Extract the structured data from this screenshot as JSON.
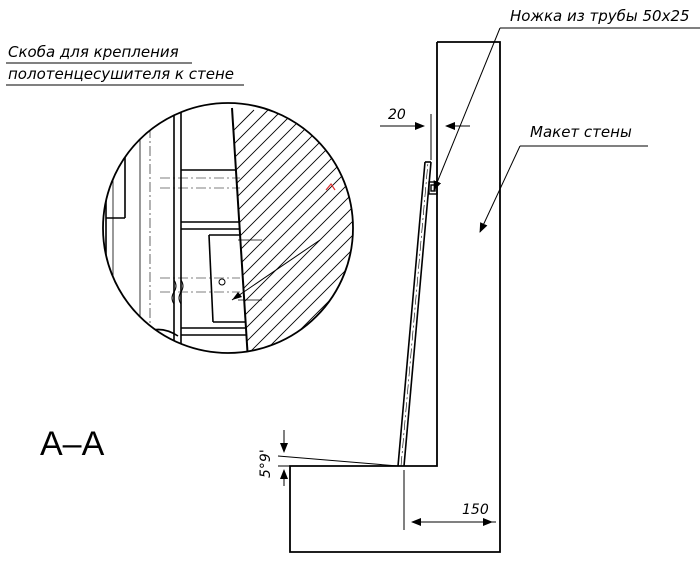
{
  "labels": {
    "bracket_line1": "Скоба для крепления",
    "bracket_line2": "полотенцесушителя к стене",
    "leg": "Ножка из трубы 50х25",
    "wall": "Макет стены",
    "section": "А–А"
  },
  "dimensions": {
    "gap_top": "20",
    "gap_bottom": "150",
    "tilt_angle": "5°9'"
  },
  "colors": {
    "line": "#000000",
    "accent_mark": "#e03030"
  }
}
